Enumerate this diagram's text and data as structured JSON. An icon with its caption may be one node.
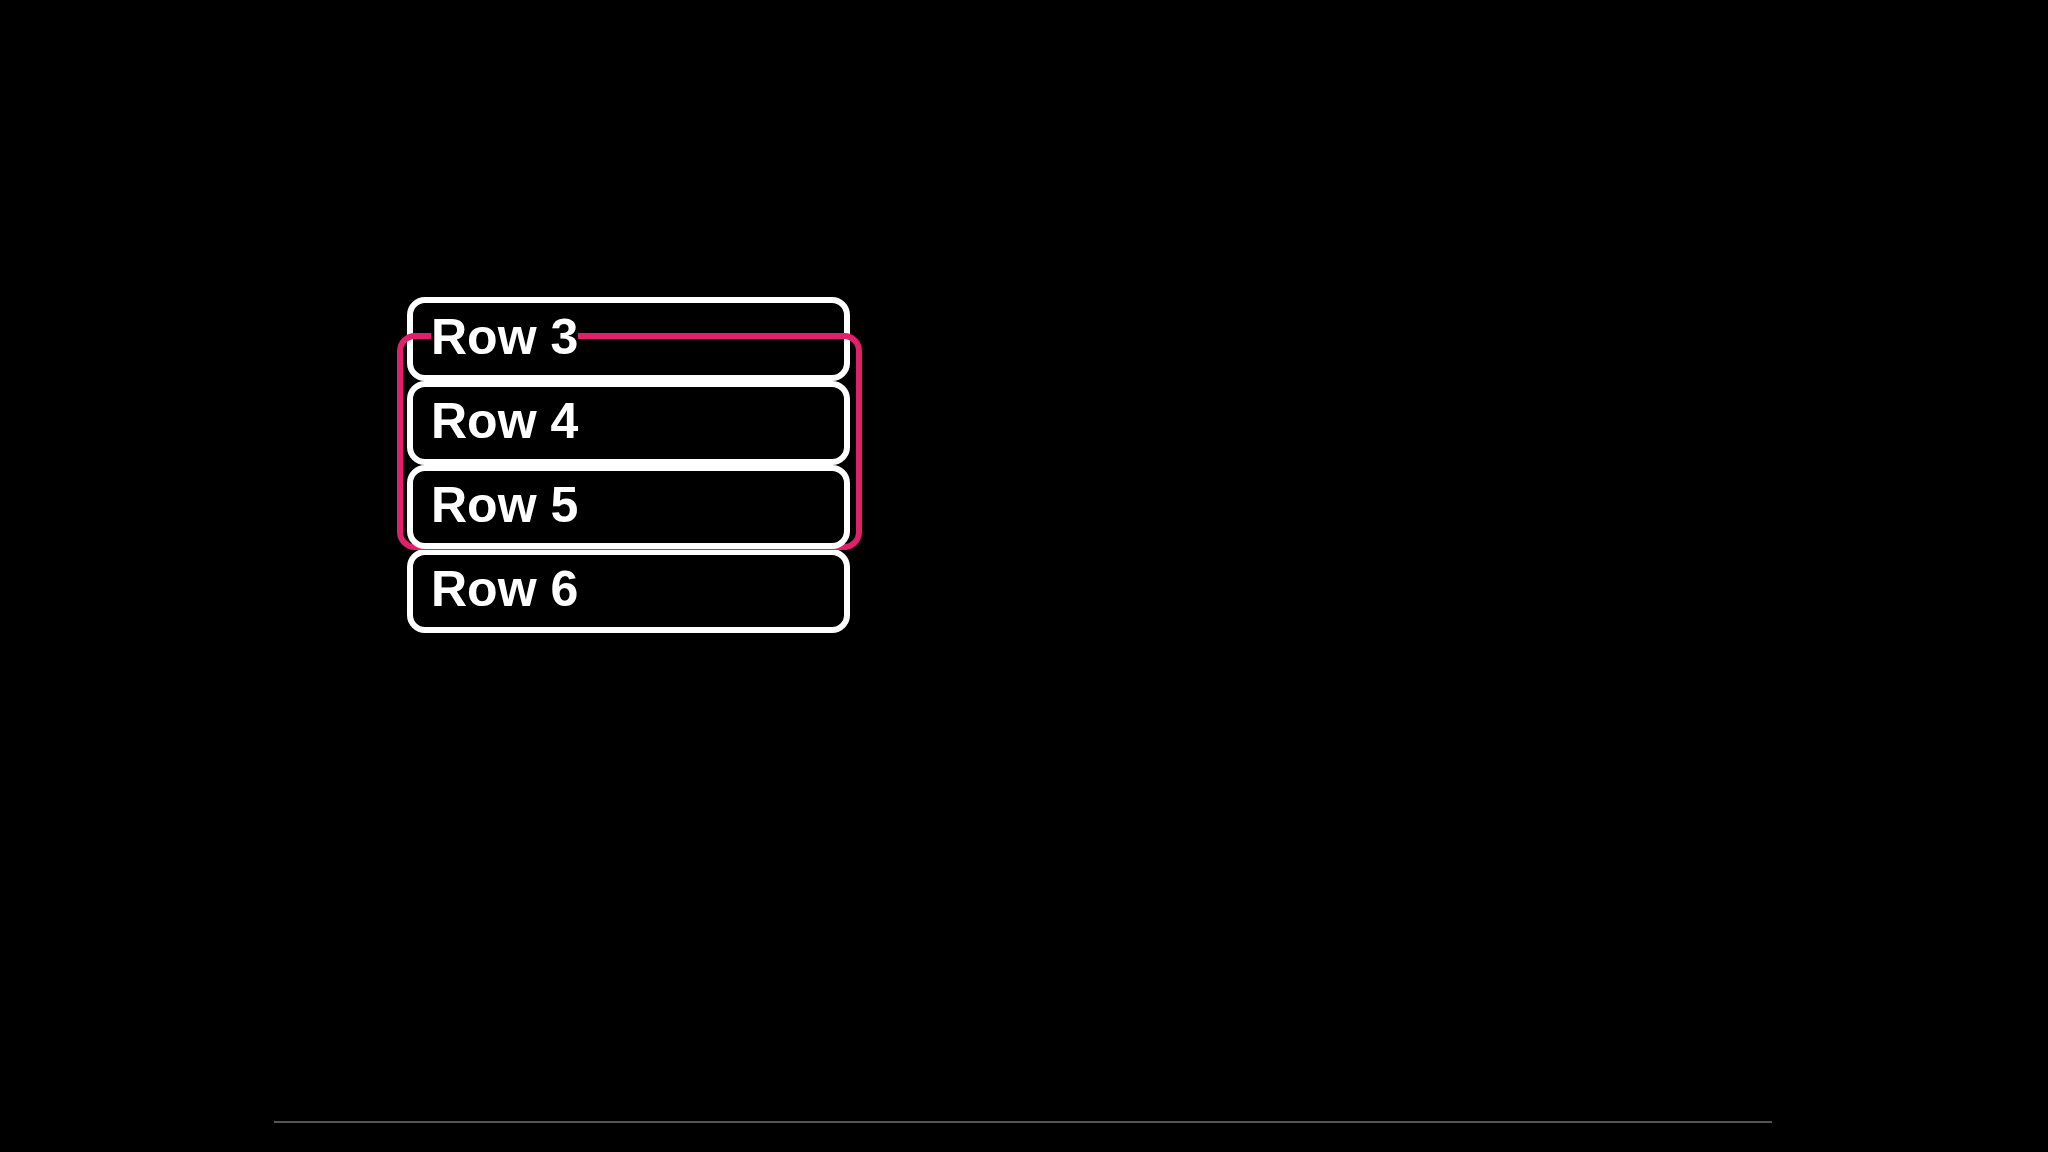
{
  "diagram": {
    "nodes": [
      {
        "text": [
          "Row 3"
        ]
      },
      {
        "text": [],
        "shape": "box"
      },
      {
        "text": [
          "Row 4"
        ],
        "in": 1
      },
      {
        "text": [
          "Row 5"
        ],
        "in": 1
      },
      {
        "text": [
          "Row 6"
        ]
      }
    ]
  }
}
